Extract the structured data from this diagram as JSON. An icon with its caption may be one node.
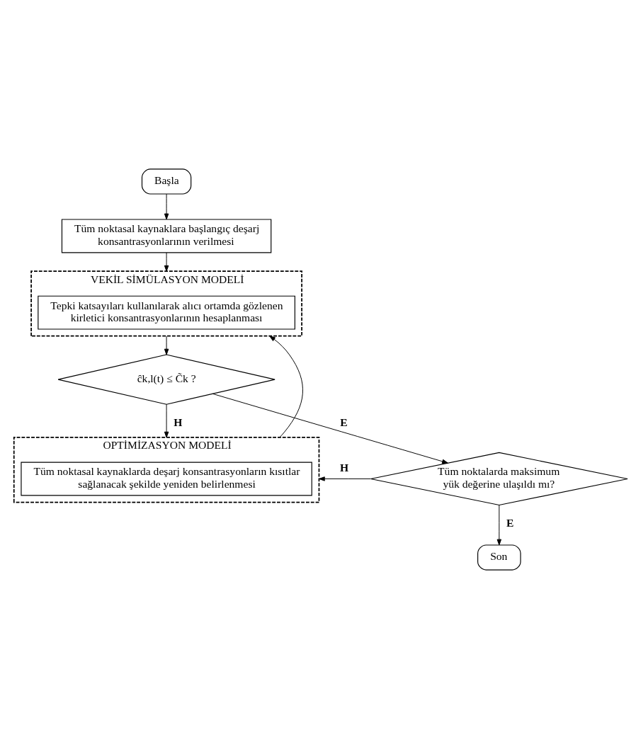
{
  "diagram": {
    "nodes": [
      {
        "text": [
          "Başla"
        ]
      },
      {
        "text": [
          "Tüm noktasal kaynaklara başlangıç deşarj konsantrasyonlarının verilmesi"
        ]
      },
      {
        "text": [
          "VEKİL SİMÜLASYON MODELİ"
        ]
      },
      {
        "text": [
          "Tepki katsayıları kullanılarak alıcı ortamda gözlenen kirletici konsantrasyonlarının hesaplanması"
        ],
        "in": 2
      },
      {
        "text": [
          "ĉk,l(t) ≤ C̃k ?"
        ]
      },
      {
        "text": [
          "OPTİMİZASYON MODELİ"
        ]
      },
      {
        "text": [
          "Tüm noktasal kaynaklarda deşarj konsantrasyonların kısıtlar sağlanacak şekilde yeniden belirlenmesi"
        ],
        "in": 5
      },
      {
        "text": [
          "Tüm noktalarda maksimum yük değerine ulaşıldı mı?"
        ]
      },
      {
        "text": [
          "Son"
        ]
      }
    ],
    "edges": [
      {
        "from": 0,
        "to": 1,
        "arrow": "to"
      },
      {
        "from": 1,
        "to": 2,
        "arrow": "to"
      },
      {
        "from": 2,
        "to": 4,
        "arrow": "to"
      },
      {
        "from": 4,
        "to": 5,
        "arrow": "to",
        "label": "H"
      },
      {
        "from": 4,
        "to": 7,
        "arrow": "to",
        "label": "E"
      },
      {
        "from": 7,
        "to": 5,
        "arrow": "to",
        "label": "H"
      },
      {
        "from": 7,
        "to": 8,
        "arrow": "to",
        "label": "E"
      },
      {
        "from": 5,
        "to": 2,
        "arrow": "to"
      }
    ]
  }
}
